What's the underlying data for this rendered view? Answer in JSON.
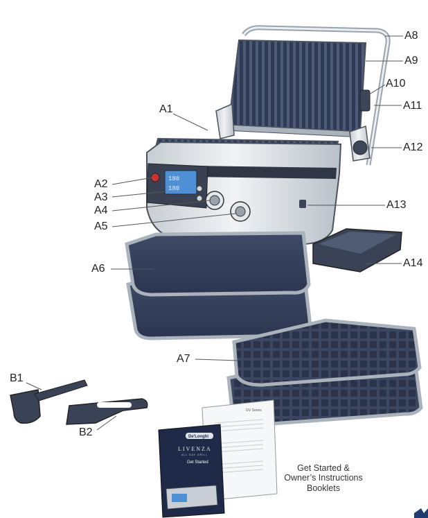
{
  "labels": {
    "A1": "A1",
    "A2": "A2",
    "A3": "A3",
    "A4": "A4",
    "A5": "A5",
    "A6": "A6",
    "A7": "A7",
    "A8": "A8",
    "A9": "A9",
    "A10": "A10",
    "A11": "A11",
    "A12": "A12",
    "A13": "A13",
    "A14": "A14",
    "B1": "B1",
    "B2": "B2"
  },
  "caption": {
    "line1": "Get Started &",
    "line2": "Owner’s Instructions",
    "line3": "Booklets"
  },
  "booklet": {
    "brand": "De'Longhi",
    "product": "LIVENZA",
    "subtitle": "ALL DAY GRILL",
    "title": "Get Started",
    "series": "GV Series"
  },
  "display": {
    "temp1": "180",
    "temp2": "180"
  },
  "colors": {
    "plate": "#34405c",
    "plate_rib": "#56627f",
    "steel": "#d9dde2",
    "steel_dark": "#9aa3ad",
    "outline": "#4a5260",
    "leader": "#555555"
  }
}
